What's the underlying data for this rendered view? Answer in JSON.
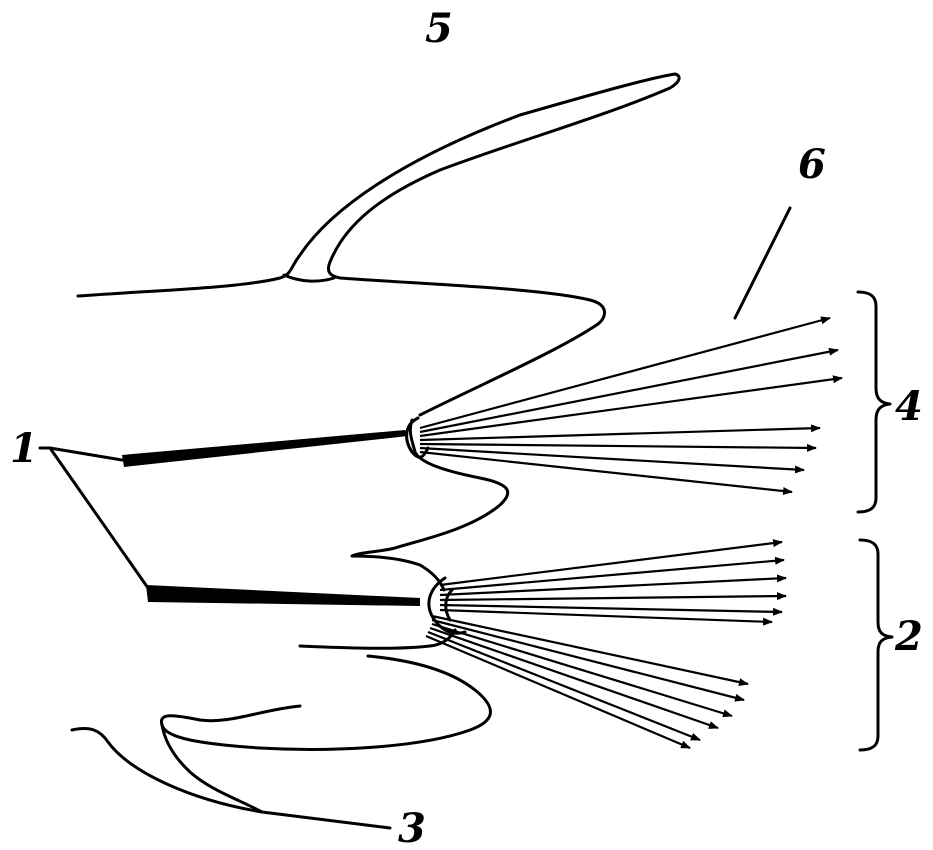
{
  "diagram": {
    "labels": {
      "l1": "1",
      "l2": "2",
      "l3": "3",
      "l4": "4",
      "l5": "5",
      "l6": "6"
    },
    "colors": {
      "ink": "#000000",
      "paper": "#ffffff"
    }
  }
}
